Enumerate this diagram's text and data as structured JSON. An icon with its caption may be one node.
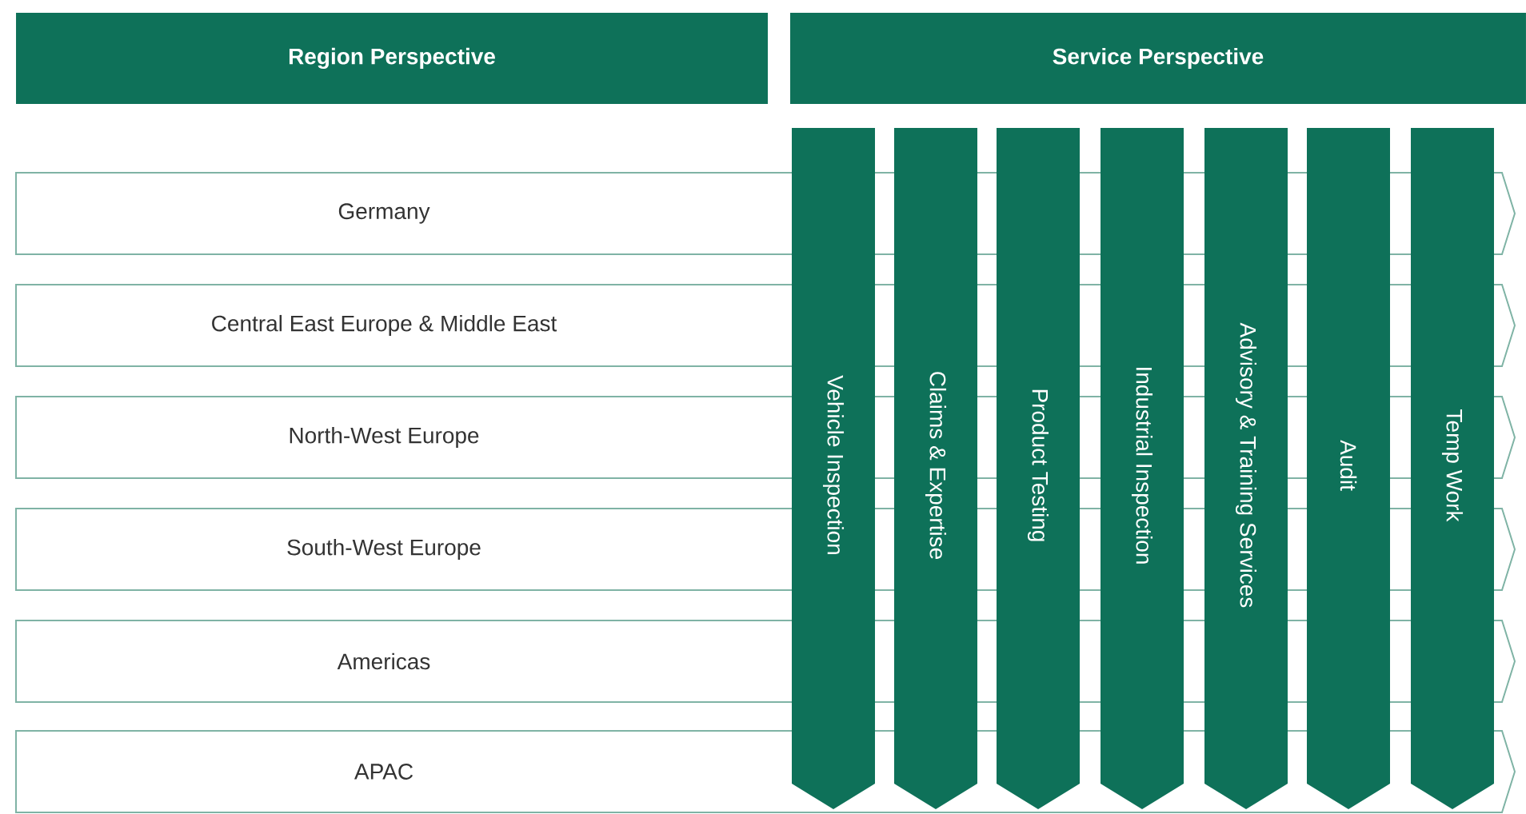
{
  "diagram": {
    "nodes": [
      {
        "text": [
          "Region Perspective"
        ]
      },
      {
        "text": [
          "Service Perspective"
        ]
      },
      {
        "text": [
          "Germany"
        ]
      },
      {
        "text": [
          "Central East Europe & Middle East"
        ]
      },
      {
        "text": [
          "North-West Europe"
        ]
      },
      {
        "text": [
          "South-West Europe"
        ]
      },
      {
        "text": [
          "Americas"
        ]
      },
      {
        "text": [
          "APAC"
        ]
      },
      {
        "text": [
          "Vehicle Inspection"
        ]
      },
      {
        "text": [
          "Claims & Expertise"
        ]
      },
      {
        "text": [
          "Product Testing"
        ]
      },
      {
        "text": [
          "Industrial Inspection"
        ]
      },
      {
        "text": [
          "Advisory & Training Services"
        ]
      },
      {
        "text": [
          "Audit"
        ]
      },
      {
        "text": [
          "Temp Work"
        ]
      }
    ]
  }
}
